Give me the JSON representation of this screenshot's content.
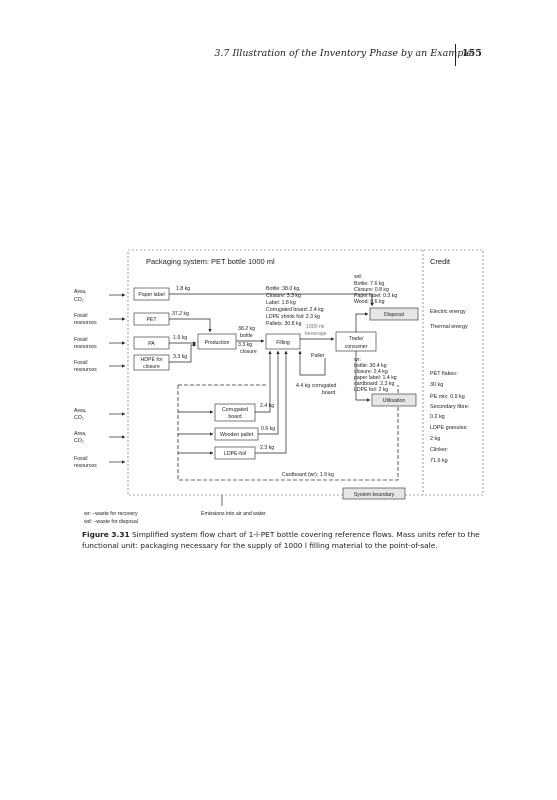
{
  "header": {
    "running_title": "3.7 Illustration of the Inventory Phase by an Example",
    "page_number": "155"
  },
  "figure": {
    "title": "Packaging system: PET bottle 1000 ml",
    "credit_title": "Credit",
    "inputs": [
      [
        "Area,",
        "CO₂"
      ],
      [
        "Fossil",
        "resources"
      ],
      [
        "Fossil",
        "resources"
      ],
      [
        "Fossil",
        "resources"
      ],
      [
        "Area,",
        "CO₂"
      ],
      [
        "Area,",
        "CO₂"
      ],
      [
        "Fossil",
        "resources"
      ]
    ],
    "boxes": {
      "paper_label": "Paper label",
      "pet": "PET",
      "pa": "PA",
      "hdpe": [
        "HDPE for",
        "closure"
      ],
      "production": "Production",
      "filling": "Filling",
      "trade": [
        "Trade/",
        "consumer"
      ],
      "disposal": "Disposal",
      "utilisation": "Utilisation",
      "corrugated": [
        "Corrugated",
        "board"
      ],
      "wooden_pallet": "Wooden pallet",
      "ldpe_foil": "LDPE-foil",
      "system_boundary": "System boundary"
    },
    "flows": {
      "paper_label": "1.8 kg",
      "pet": "37.2 kg",
      "pa": "1.9 kg",
      "hdpe": "3.3 kg",
      "bottle": [
        "38.2 kg",
        "bottle",
        "3.3 kg",
        "closure"
      ],
      "beverage": [
        "1000 ml",
        "beverage"
      ],
      "pallet": "Pallet",
      "corrugated_to_filling": [
        "4.4 kg corrugated",
        "board"
      ],
      "corrugated": "2.4 kg",
      "wooden_pallet": "0.6 kg",
      "ldpe_foil": "2.3 kg",
      "cardboard_wr": "Cardboard (wr): 1.9 kg"
    },
    "inventory_list": [
      "Bottle: 38.0 kg,",
      "Closure: 3.3 kg",
      "Label: 1.8 kg",
      "Corrugated board: 2.4 kg",
      "LDPE shrink foil: 2.3 kg",
      "Pallets: 30.8 kg"
    ],
    "wd_list": [
      "wd:",
      "Bottle: 7.6 kg",
      "Closure: 0.8 kg",
      "Paper label: 0.3 kg",
      "Wood: 0.6 kg"
    ],
    "wr_list": [
      "wr:",
      "bottle: 30.4 kg",
      "closure: 2.4 kg",
      "paper label: 1.4 kg",
      "cardboard: 2.3 kg",
      "LDPE foil: 2 kg"
    ],
    "credit_list": [
      "Electric energy",
      "Thermal energy",
      "PET flakes:",
      "30 kg",
      "PE mix: 0.9 kg",
      "Secondary fibre:",
      "0.2 kg",
      "LDPE granules:",
      "2 kg",
      "Clinker:",
      "71.6 kg"
    ],
    "emissions": "Emissions into air and water",
    "legend": [
      "wr: –waste for recovery",
      "wd: –waste for disposal"
    ]
  },
  "caption": {
    "label": "Figure 3.31",
    "text": "Simplified system flow chart of 1-l-PET bottle covering reference flows. Mass units refer to the functional unit: packaging necessary for the supply of 1000 l filling material to the point-of-sale."
  }
}
